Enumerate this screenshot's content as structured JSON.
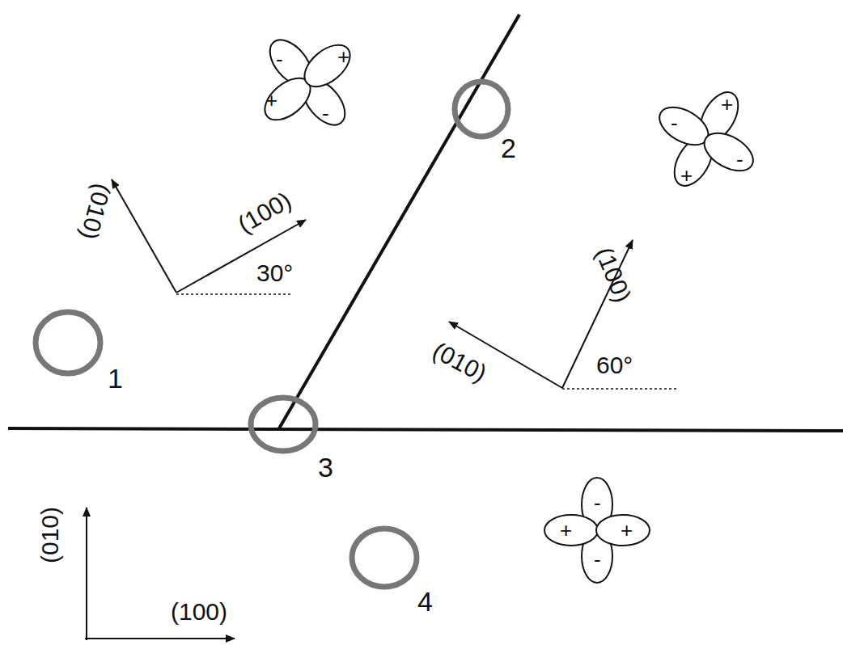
{
  "diagram": {
    "labels": [
      "(010)",
      "(100)",
      "30°",
      "(100)",
      "(010)",
      "60°",
      "(010)",
      "(100)",
      "1",
      "2",
      "3",
      "4",
      "-",
      "+",
      "+",
      "-",
      "-",
      "+",
      "+",
      "-",
      "-",
      "-",
      "+",
      "+"
    ]
  }
}
